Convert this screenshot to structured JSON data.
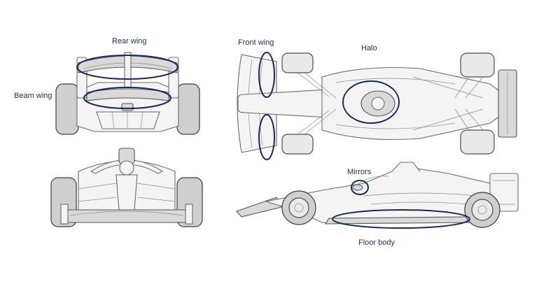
{
  "labels": {
    "rear_wing": "Rear wing",
    "beam_wing": "Beam wing",
    "front_wing": "Front wing",
    "halo": "Halo",
    "mirrors": "Mirrors",
    "floor_body": "Floor body"
  },
  "colors": {
    "highlight": "#1b2a55",
    "label": "#1f2f4d",
    "line": "#6b6b6b",
    "background": "#ffffff"
  }
}
